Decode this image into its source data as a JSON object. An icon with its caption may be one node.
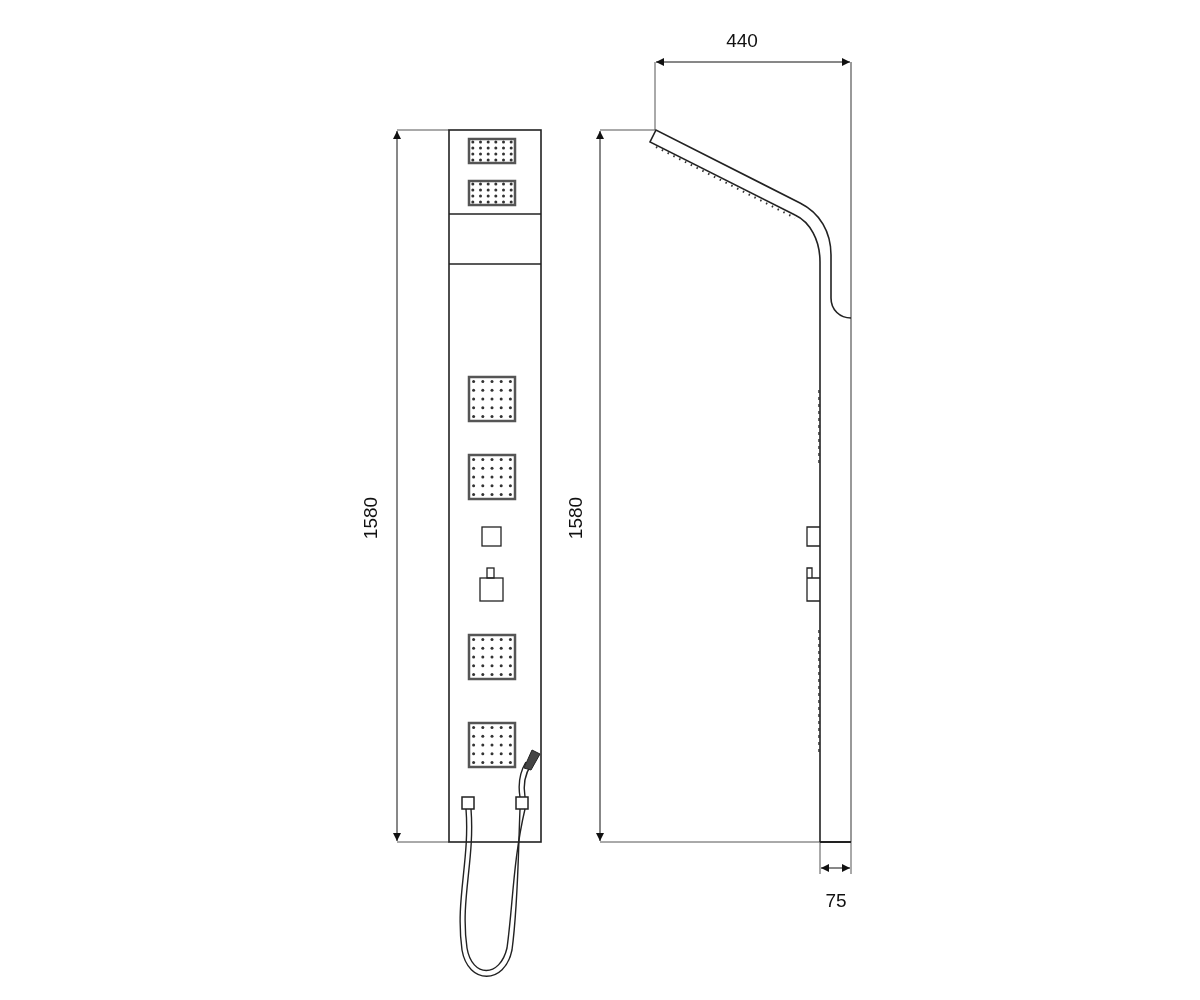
{
  "diagram": {
    "labels": [
      "440",
      "1580",
      "1580",
      "75"
    ]
  }
}
